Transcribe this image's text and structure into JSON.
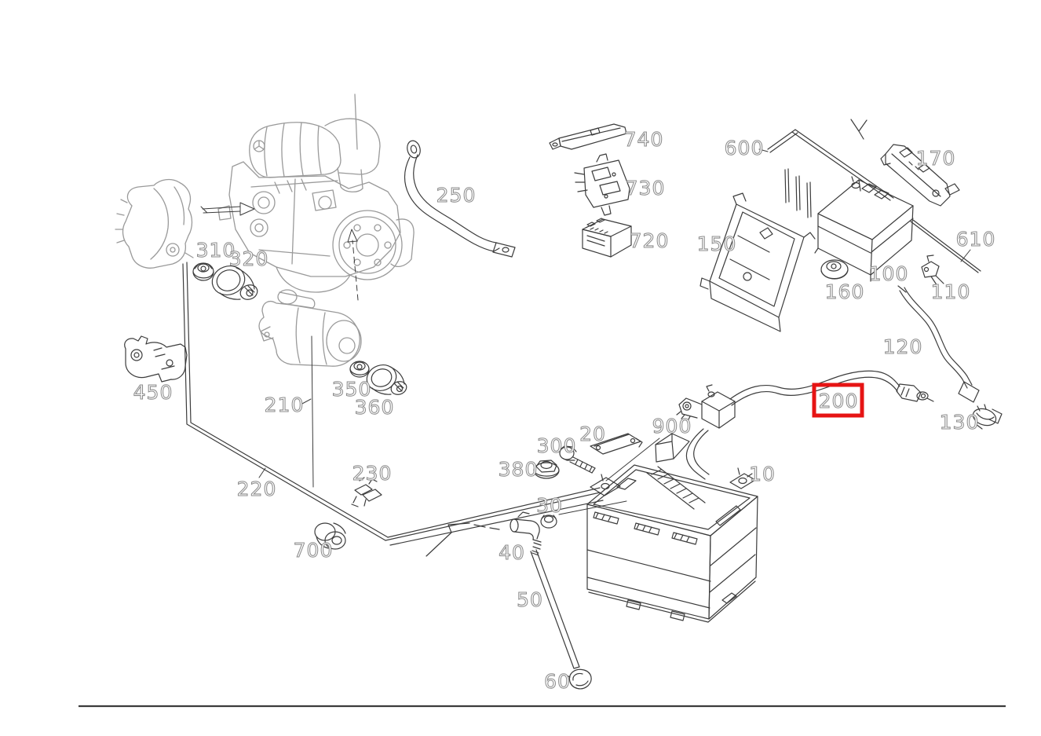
{
  "diagram": {
    "type": "exploded-parts-diagram",
    "subject": "engine battery and cable parts illustration",
    "background_color": "#ffffff",
    "part_line_color": "#3c3c3c",
    "assembly_line_color": "#9a9a9a",
    "label_outline_color": "#8c8c8c",
    "highlight": {
      "ref": "200",
      "color": "#e61414"
    },
    "parts": [
      {
        "ref": "740"
      },
      {
        "ref": "730"
      },
      {
        "ref": "720"
      },
      {
        "ref": "600"
      },
      {
        "ref": "170"
      },
      {
        "ref": "610"
      },
      {
        "ref": "150"
      },
      {
        "ref": "100"
      },
      {
        "ref": "160"
      },
      {
        "ref": "110"
      },
      {
        "ref": "120"
      },
      {
        "ref": "250"
      },
      {
        "ref": "310"
      },
      {
        "ref": "320"
      },
      {
        "ref": "450"
      },
      {
        "ref": "210"
      },
      {
        "ref": "350"
      },
      {
        "ref": "360"
      },
      {
        "ref": "200"
      },
      {
        "ref": "130"
      },
      {
        "ref": "900"
      },
      {
        "ref": "20"
      },
      {
        "ref": "300"
      },
      {
        "ref": "380"
      },
      {
        "ref": "10"
      },
      {
        "ref": "30"
      },
      {
        "ref": "220"
      },
      {
        "ref": "230"
      },
      {
        "ref": "700"
      },
      {
        "ref": "40"
      },
      {
        "ref": "50"
      },
      {
        "ref": "60"
      }
    ]
  }
}
